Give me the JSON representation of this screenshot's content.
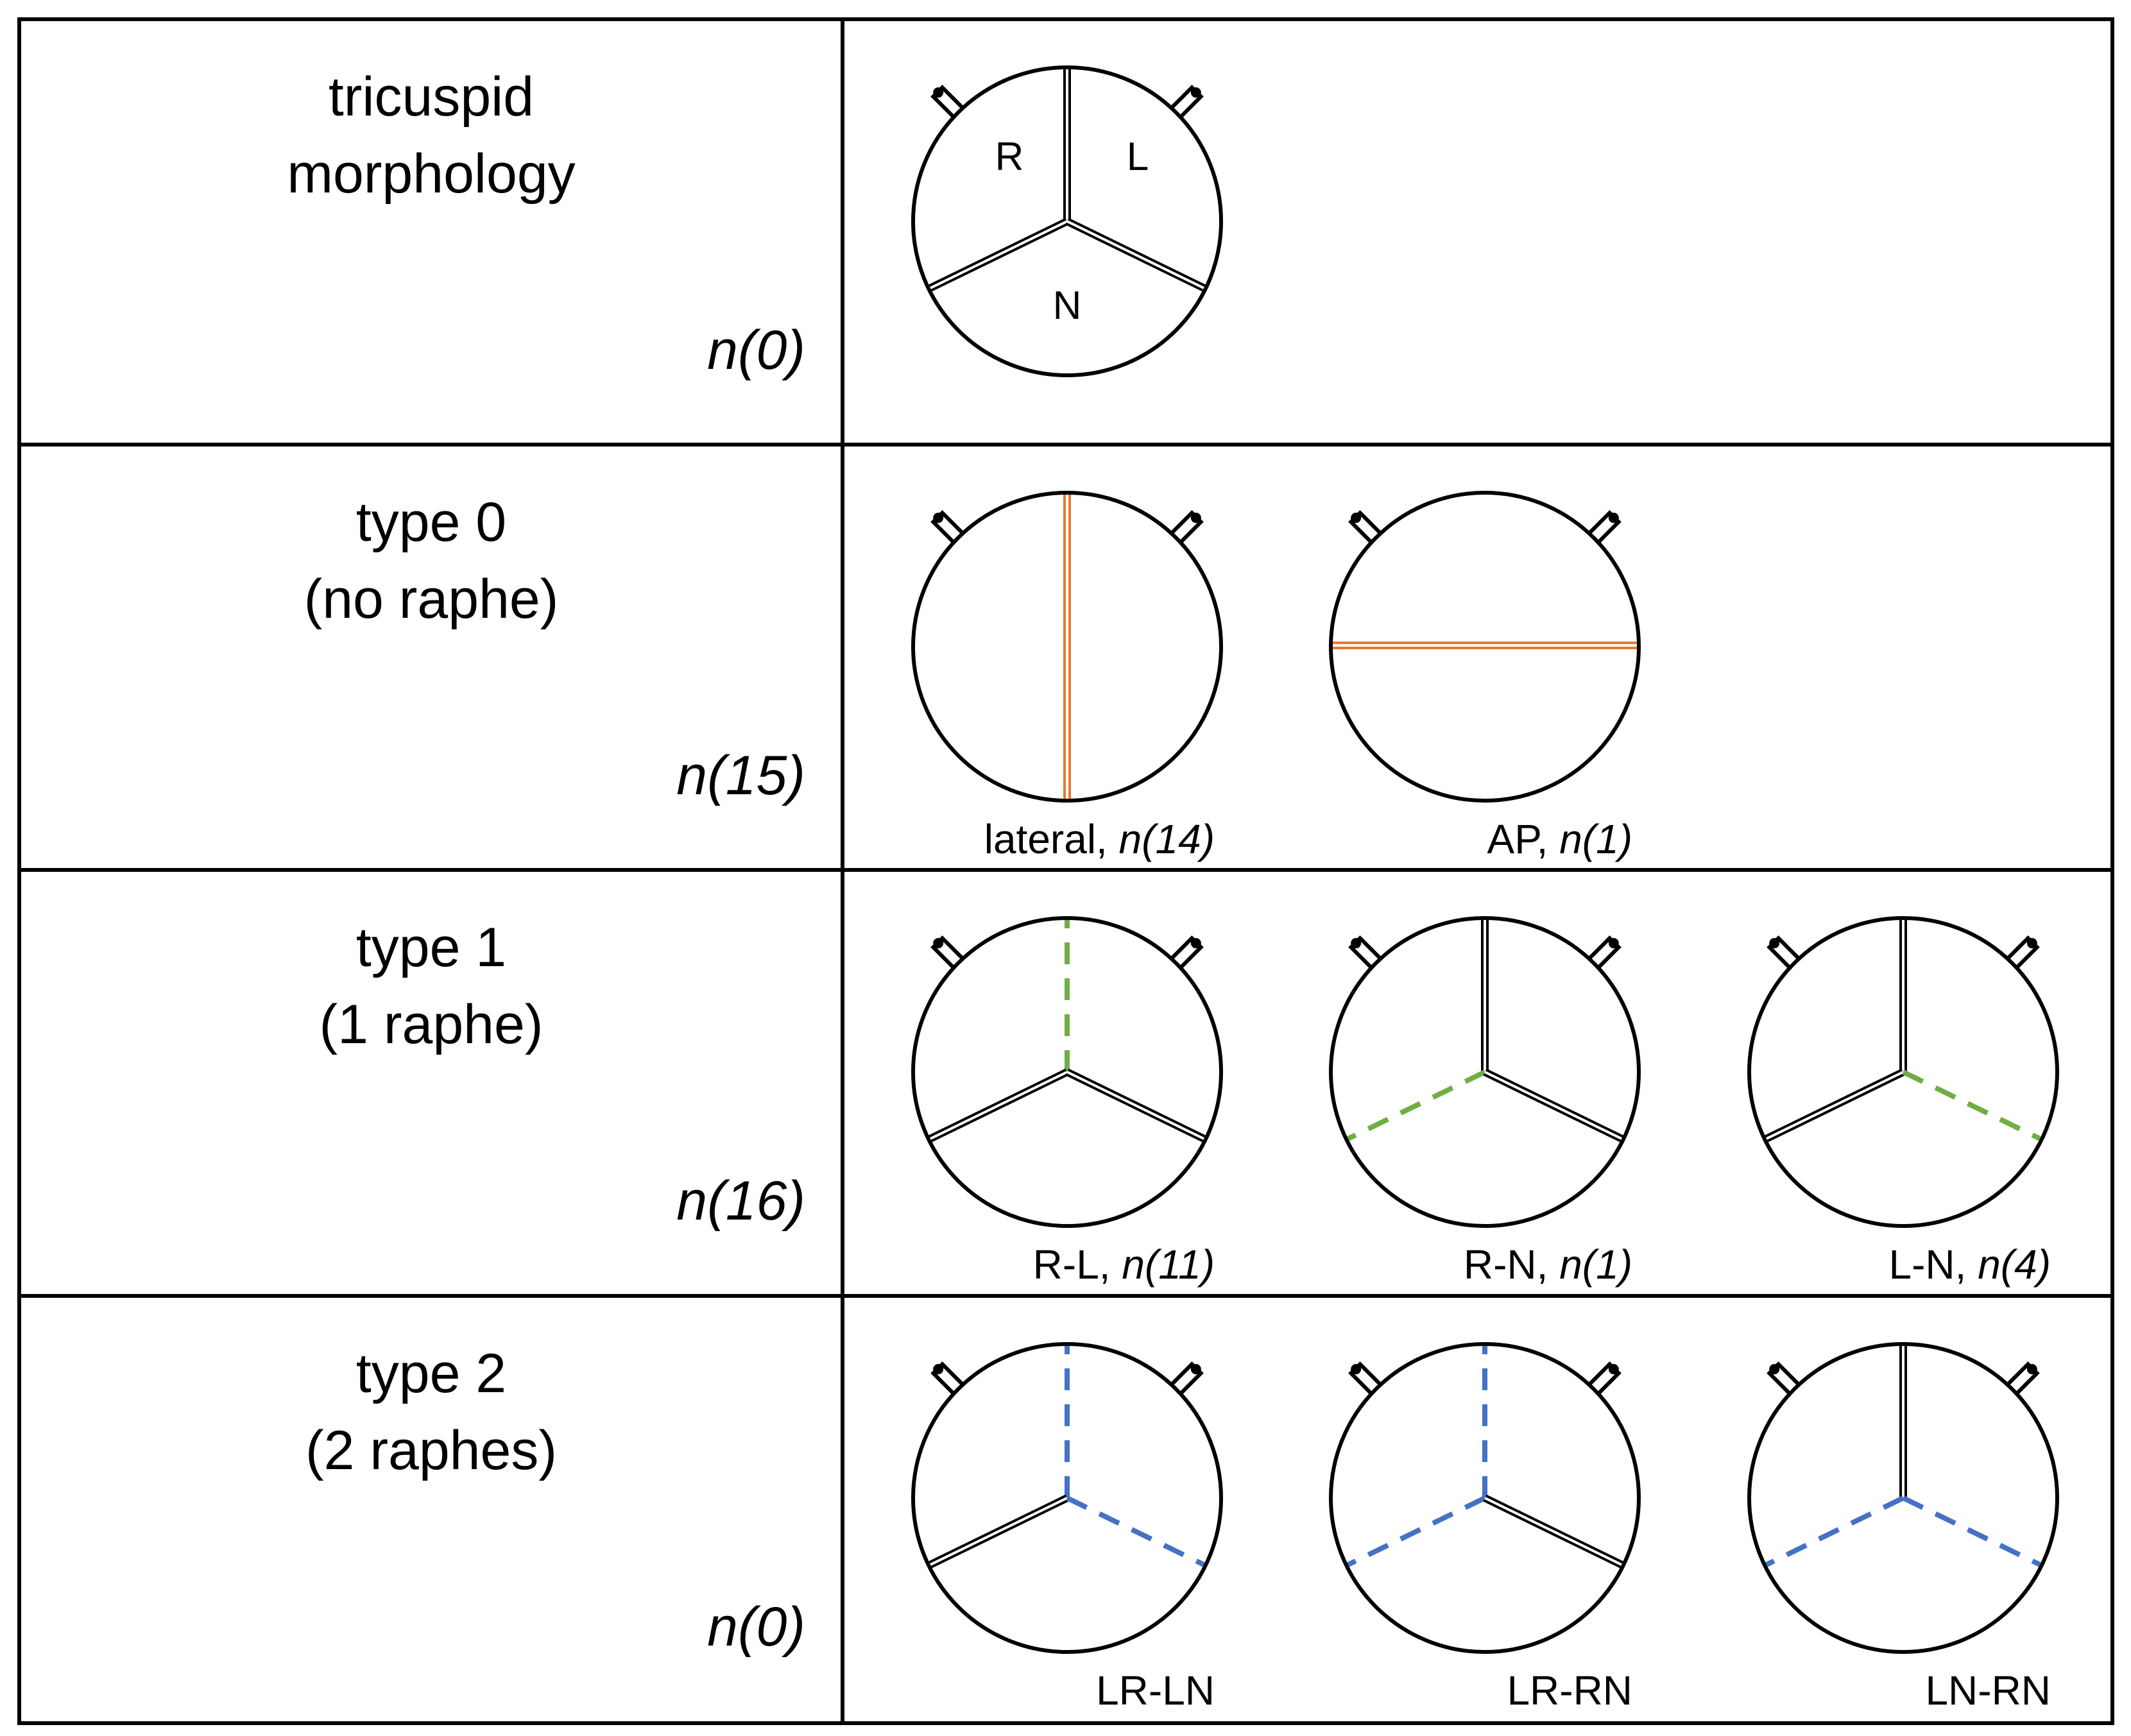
{
  "colors": {
    "border": "#000000",
    "fused_orange": "#e8782f",
    "raphe_green": "#6fae45",
    "raphe_blue": "#4472c4"
  },
  "rows": [
    {
      "title": [
        "tricuspid",
        "morphology"
      ],
      "count": "n(0)",
      "valves": [
        {
          "caption_name": "",
          "caption_count": "",
          "cusp_letters": [
            "R",
            "L",
            "N"
          ],
          "commissures": [
            "normal",
            "normal",
            "normal"
          ],
          "fused_line": "none"
        }
      ]
    },
    {
      "title": [
        "type 0",
        "(no raphe)"
      ],
      "count": "n(15)",
      "valves": [
        {
          "caption_name": "lateral, ",
          "caption_count": "n(14)",
          "cusp_letters": [],
          "commissures": [
            "none",
            "none",
            "none"
          ],
          "fused_line": "vertical"
        },
        {
          "caption_name": "AP, ",
          "caption_count": "n(1)",
          "cusp_letters": [],
          "commissures": [
            "none",
            "none",
            "none"
          ],
          "fused_line": "horizontal"
        }
      ]
    },
    {
      "title": [
        "type 1",
        "(1 raphe)"
      ],
      "count": "n(16)",
      "valves": [
        {
          "caption_name": "R-L, ",
          "caption_count": "n(11)",
          "cusp_letters": [],
          "commissures": [
            "raphe-green",
            "normal",
            "normal"
          ],
          "fused_line": "none"
        },
        {
          "caption_name": "R-N, ",
          "caption_count": "n(1)",
          "cusp_letters": [],
          "commissures": [
            "normal",
            "raphe-green",
            "normal"
          ],
          "fused_line": "none"
        },
        {
          "caption_name": "L-N, ",
          "caption_count": "n(4)",
          "cusp_letters": [],
          "commissures": [
            "normal",
            "normal",
            "raphe-green"
          ],
          "fused_line": "none"
        }
      ]
    },
    {
      "title": [
        "type 2",
        "(2 raphes)"
      ],
      "count": "n(0)",
      "valves": [
        {
          "caption_name": "LR-LN",
          "caption_count": "",
          "cusp_letters": [],
          "commissures": [
            "raphe-blue",
            "normal",
            "raphe-blue"
          ],
          "fused_line": "none"
        },
        {
          "caption_name": "LR-RN",
          "caption_count": "",
          "cusp_letters": [],
          "commissures": [
            "raphe-blue",
            "raphe-blue",
            "normal"
          ],
          "fused_line": "none"
        },
        {
          "caption_name": "LN-RN",
          "caption_count": "",
          "cusp_letters": [],
          "commissures": [
            "normal",
            "raphe-blue",
            "raphe-blue"
          ],
          "fused_line": "none"
        }
      ]
    }
  ]
}
